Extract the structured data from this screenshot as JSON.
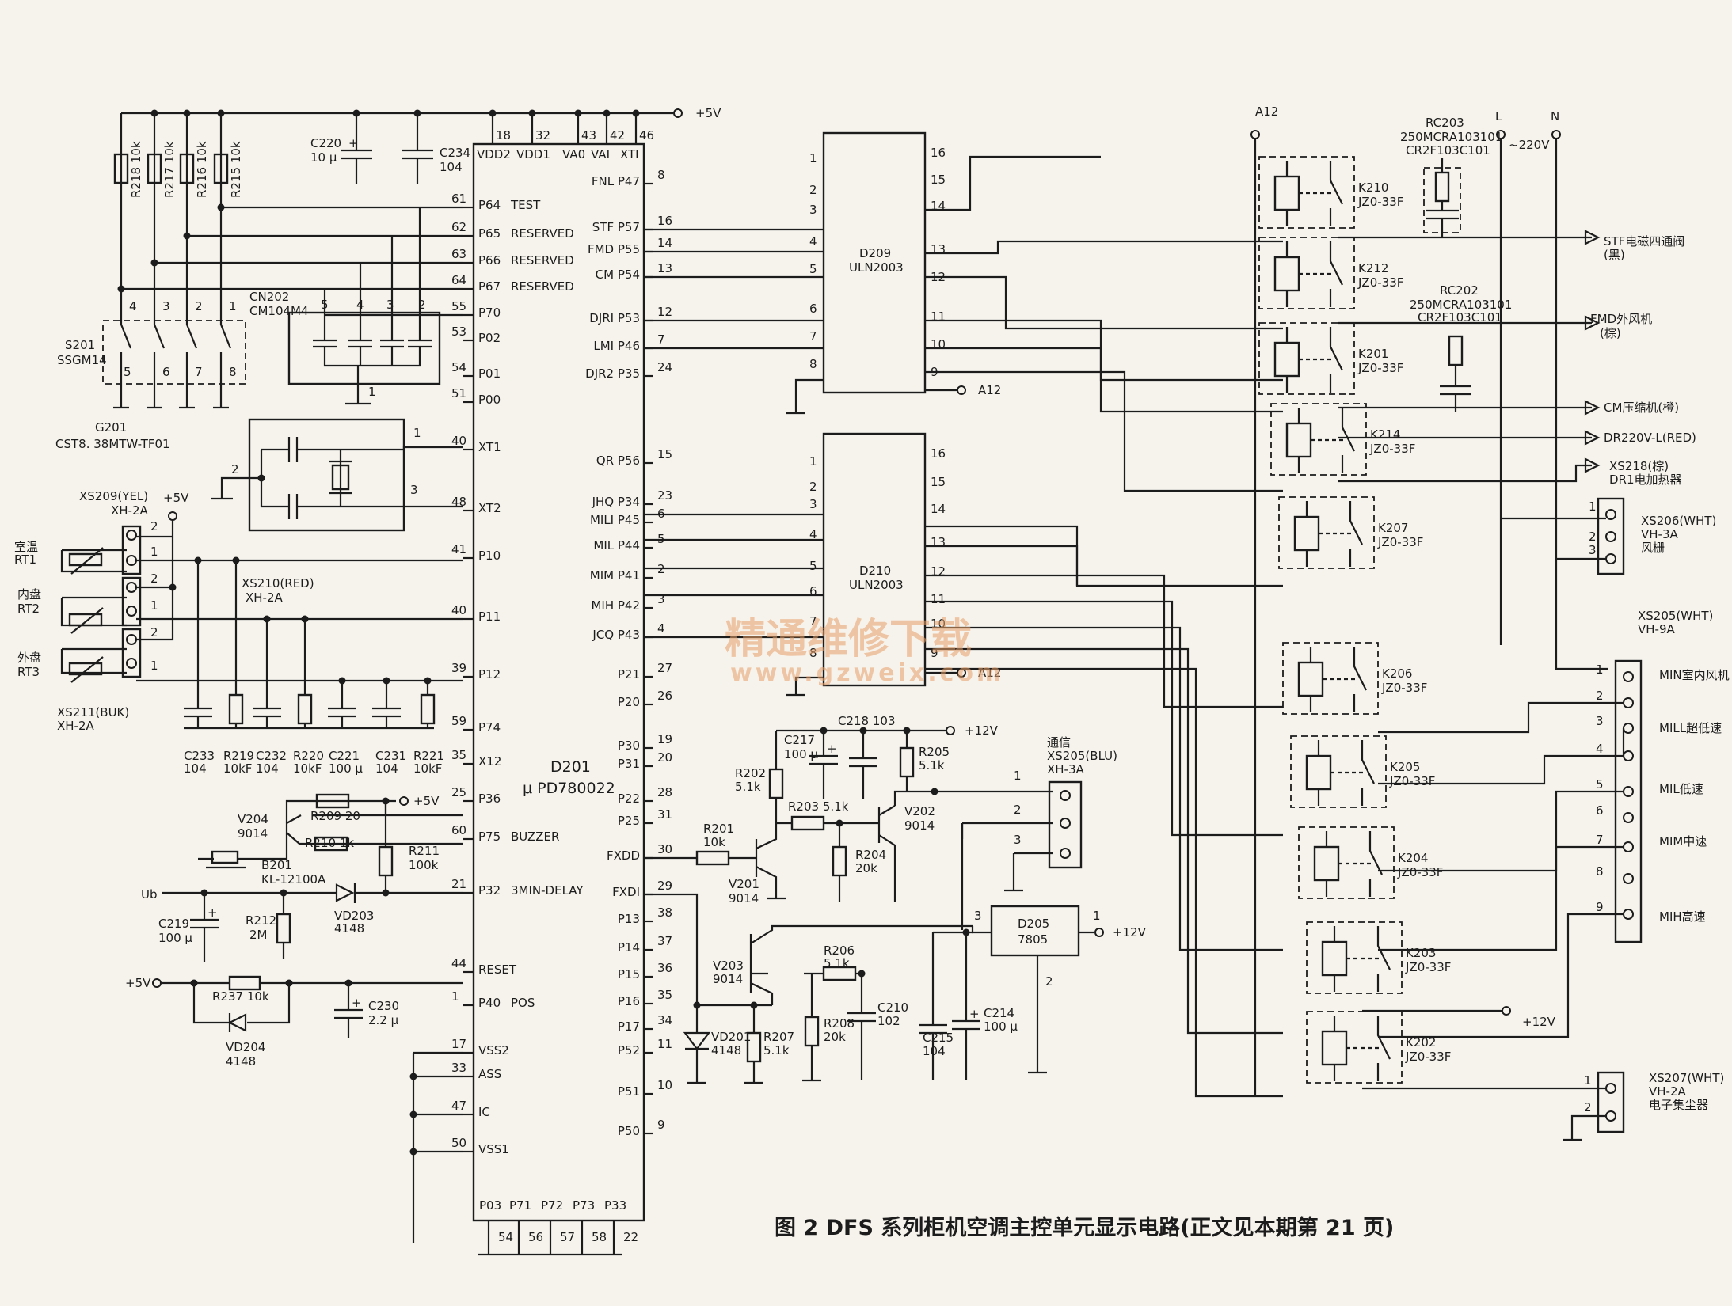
{
  "caption": "图 2   DFS 系列柜机空调主控单元显示电路(正文见本期第 21 页)",
  "watermark": {
    "line1": "精通维修下载",
    "line2": "www.gzweix.com"
  },
  "supply": {
    "plus5v": "+5V",
    "plus12v": "+12V",
    "a12": "A12",
    "line": "L",
    "neutral": "N",
    "ac220": "~220V",
    "ub": "Ub"
  },
  "mcu": {
    "ref": "D201",
    "part": "μ PD780022",
    "top_pins": [
      {
        "num": "18",
        "name": "VDD2"
      },
      {
        "num": "32",
        "name": "VDD1"
      },
      {
        "num": "43",
        "name": "VA0"
      },
      {
        "num": "42",
        "name": "VAI"
      },
      {
        "num": "46",
        "name": "XTI"
      }
    ],
    "left_pins": [
      {
        "num": "61",
        "name": "P64",
        "func": "TEST"
      },
      {
        "num": "62",
        "name": "P65",
        "func": "RESERVED"
      },
      {
        "num": "63",
        "name": "P66",
        "func": "RESERVED"
      },
      {
        "num": "64",
        "name": "P67",
        "func": "RESERVED"
      },
      {
        "num": "55",
        "name": "P70",
        "func": ""
      },
      {
        "num": "53",
        "name": "P02",
        "func": ""
      },
      {
        "num": "54",
        "name": "P01",
        "func": ""
      },
      {
        "num": "51",
        "name": "P00",
        "func": ""
      },
      {
        "num": "40",
        "name": "XT1",
        "func": ""
      },
      {
        "num": "48",
        "name": "XT2",
        "func": ""
      },
      {
        "num": "41",
        "name": "P10",
        "func": ""
      },
      {
        "num": "40",
        "name": "P11",
        "func": ""
      },
      {
        "num": "39",
        "name": "P12",
        "func": ""
      },
      {
        "num": "59",
        "name": "P74",
        "func": ""
      },
      {
        "num": "35",
        "name": "X12",
        "func": ""
      },
      {
        "num": "25",
        "name": "P36",
        "func": ""
      },
      {
        "num": "60",
        "name": "P75",
        "func": "BUZZER"
      },
      {
        "num": "21",
        "name": "P32",
        "func": "3MIN-DELAY"
      },
      {
        "num": "44",
        "name": "RESET",
        "func": ""
      },
      {
        "num": "1",
        "name": "P40",
        "func": "POS"
      },
      {
        "num": "17",
        "name": "VSS2",
        "func": ""
      },
      {
        "num": "33",
        "name": "ASS",
        "func": ""
      },
      {
        "num": "47",
        "name": "IC",
        "func": ""
      },
      {
        "num": "50",
        "name": "VSS1",
        "func": ""
      }
    ],
    "right_pins": [
      {
        "num": "8",
        "name": "FNL P47"
      },
      {
        "num": "16",
        "name": "STF P57"
      },
      {
        "num": "14",
        "name": "FMD P55"
      },
      {
        "num": "13",
        "name": "CM P54"
      },
      {
        "num": "12",
        "name": "DJRI P53"
      },
      {
        "num": "7",
        "name": "LMI P46"
      },
      {
        "num": "24",
        "name": "DJR2 P35"
      },
      {
        "num": "15",
        "name": "QR P56"
      },
      {
        "num": "23",
        "name": "JHQ P34"
      },
      {
        "num": "6",
        "name": "MILI P45"
      },
      {
        "num": "5",
        "name": "MIL P44"
      },
      {
        "num": "2",
        "name": "MIM P41"
      },
      {
        "num": "3",
        "name": "MIH P42"
      },
      {
        "num": "4",
        "name": "JCQ P43"
      },
      {
        "num": "27",
        "name": "P21"
      },
      {
        "num": "26",
        "name": "P20"
      },
      {
        "num": "19",
        "name": "P30"
      },
      {
        "num": "20",
        "name": "P31"
      },
      {
        "num": "28",
        "name": "P22"
      },
      {
        "num": "31",
        "name": "P25"
      },
      {
        "num": "30",
        "name": "FXDD"
      },
      {
        "num": "29",
        "name": "FXDI"
      },
      {
        "num": "38",
        "name": "P13"
      },
      {
        "num": "37",
        "name": "P14"
      },
      {
        "num": "36",
        "name": "P15"
      },
      {
        "num": "35",
        "name": "P16"
      },
      {
        "num": "34",
        "name": "P17"
      },
      {
        "num": "11",
        "name": "P52"
      },
      {
        "num": "10",
        "name": "P51"
      },
      {
        "num": "9",
        "name": "P50"
      }
    ],
    "bottom_pins": [
      {
        "num": "54",
        "name": "P03"
      },
      {
        "num": "56",
        "name": "P71"
      },
      {
        "num": "57",
        "name": "P72"
      },
      {
        "num": "58",
        "name": "P73"
      },
      {
        "num": "22",
        "name": "P33"
      }
    ]
  },
  "drivers": [
    {
      "ref": "D209",
      "part": "ULN2003",
      "in": [
        "1",
        "2",
        "3",
        "4",
        "5",
        "6",
        "7",
        "8"
      ],
      "out": [
        "16",
        "15",
        "14",
        "13",
        "12",
        "11",
        "10",
        "9"
      ]
    },
    {
      "ref": "D210",
      "part": "ULN2003",
      "in": [
        "1",
        "2",
        "3",
        "4",
        "5",
        "6",
        "7",
        "8"
      ],
      "out": [
        "16",
        "15",
        "14",
        "13",
        "12",
        "11",
        "10",
        "9"
      ]
    }
  ],
  "regulator": {
    "ref": "D205",
    "part": "7805",
    "p1": "1",
    "p2": "2",
    "p3": "3"
  },
  "relays": [
    {
      "ref": "K210",
      "part": "JZ0-33F"
    },
    {
      "ref": "K212",
      "part": "JZ0-33F"
    },
    {
      "ref": "K201",
      "part": "JZ0-33F"
    },
    {
      "ref": "K214",
      "part": "JZ0-33F"
    },
    {
      "ref": "K207",
      "part": "JZ0-33F"
    },
    {
      "ref": "K206",
      "part": "JZ0-33F"
    },
    {
      "ref": "K205",
      "part": "JZ0-33F"
    },
    {
      "ref": "K204",
      "part": "JZ0-33F"
    },
    {
      "ref": "K203",
      "part": "JZ0-33F"
    },
    {
      "ref": "K202",
      "part": "JZ0-33F"
    }
  ],
  "snubbers": [
    {
      "ref": "RC203",
      "part1": "250MCRA103101",
      "part2": "CR2F103C101"
    },
    {
      "ref": "RC202",
      "part1": "250MCRA103101",
      "part2": "CR2F103C101"
    }
  ],
  "outputs": [
    {
      "text": "STF电磁四通阀",
      "sub": "(黑)"
    },
    {
      "text": "FMD外风机",
      "sub": "(棕)"
    },
    {
      "text": "CM压缩机(橙)",
      "sub": ""
    },
    {
      "text": "DR220V-L(RED)",
      "sub": ""
    },
    {
      "text": "XS218(棕)",
      "sub": "DR1电加热器"
    }
  ],
  "connectors": {
    "xs206": {
      "ref": "XS206(WHT)",
      "type": "VH-3A",
      "name": "风栅",
      "pins": [
        "1",
        "2",
        "3"
      ]
    },
    "xs205": {
      "ref": "XS205(WHT)",
      "type": "VH-9A",
      "pins": [
        "1",
        "2",
        "3",
        "4",
        "5",
        "6",
        "7",
        "8",
        "9"
      ],
      "labels": [
        "MIN室内风机",
        "MILL超低速",
        "MIL低速",
        "MIM中速",
        "MIH高速"
      ]
    },
    "xs207": {
      "ref": "XS207(WHT)",
      "type": "VH-2A",
      "name": "电子集尘器",
      "pins": [
        "1",
        "2"
      ]
    },
    "comm": {
      "title": "通信",
      "ref": "XS205(BLU)",
      "type": "XH-3A",
      "pins": [
        "1",
        "2",
        "3"
      ]
    },
    "xs209": {
      "ref": "XS209(YEL)",
      "type": "XH-2A"
    },
    "xs210": {
      "ref": "XS210(RED)",
      "type": "XH-2A"
    },
    "xs211": {
      "ref": "XS211(BUK)",
      "type": "XH-2A"
    }
  },
  "sensors": [
    {
      "name": "室温",
      "ref": "RT1"
    },
    {
      "name": "内盘",
      "ref": "RT2"
    },
    {
      "name": "外盘",
      "ref": "RT3"
    }
  ],
  "components": {
    "r218": "R218 10k",
    "r217": "R217 10k",
    "r216": "R216 10k",
    "r215": "R215 10k",
    "c220a": "C220",
    "c220b": "10 μ",
    "c234a": "C234",
    "c234b": "104",
    "cn202a": "CN202",
    "cn202b": "CM104M4",
    "s201a": "S201",
    "s201b": "SSGM14",
    "g201a": "G201",
    "g201b": "CST8. 38MTW-TF01",
    "c233": "C233",
    "c233v": "104",
    "r219": "R219",
    "r219v": "10kF",
    "c232": "C232",
    "c232v": "104",
    "r220": "R220",
    "r220v": "10kF",
    "c221": "C221",
    "c221v": "100 μ",
    "c231": "C231",
    "c231v": "104",
    "r221": "R221",
    "r221v": "10kF",
    "v204": "V204",
    "v204v": "9014",
    "r209": "R209 20",
    "r210": "R210 1k",
    "r211": "R211",
    "r211v": "100k",
    "b201": "B201",
    "b201v": "KL-12100A",
    "vd203": "VD203",
    "vd203v": "4148",
    "c219": "C219",
    "c219v": "100 μ",
    "r212": "R212",
    "r212v": "2M",
    "r237": "R237 10k",
    "c230": "C230",
    "c230v": "2.2 μ",
    "vd204": "VD204",
    "vd204v": "4148",
    "c217": "C217",
    "c217v": "100 μ",
    "c218": "C218 103",
    "r205": "R205",
    "r205v": "5.1k",
    "r202": "R202",
    "r202v": "5.1k",
    "r203": "R203 5.1k",
    "v202": "V202",
    "v202v": "9014",
    "r201": "R201",
    "r201v": "10k",
    "r204": "R204",
    "r204v": "20k",
    "v201": "V201",
    "v201v": "9014",
    "v203": "V203",
    "v203v": "9014",
    "r206": "R206",
    "r206v": "5.1k",
    "vd201": "VD201",
    "vd201v": "4148",
    "r207": "R207",
    "r207v": "5.1k",
    "r208": "R208",
    "r208v": "20k",
    "c210": "C210",
    "c210v": "102",
    "c215": "C215",
    "c215v": "104",
    "c214": "C214",
    "c214v": "100 μ"
  }
}
